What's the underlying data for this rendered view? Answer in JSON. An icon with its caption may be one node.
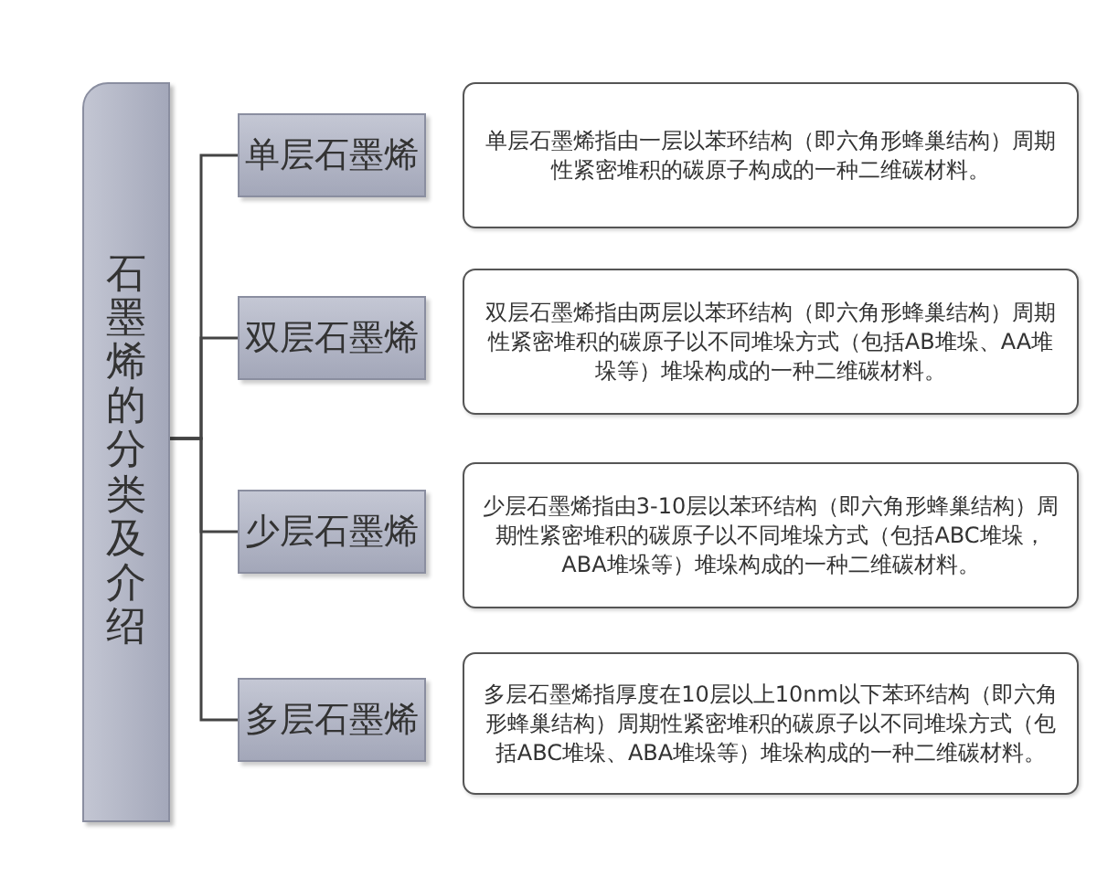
{
  "diagram": {
    "nodes": [
      {
        "text": [
          "石墨烯的分类及介绍"
        ]
      },
      {
        "text": [
          "单层石墨烯"
        ]
      },
      {
        "text": [
          "双层石墨烯"
        ]
      },
      {
        "text": [
          "少层石墨烯"
        ]
      },
      {
        "text": [
          "多层石墨烯"
        ]
      },
      {
        "text": [
          "单层石墨烯指由一层以苯环结构（即六角形蜂巢结构）周期性紧密堆积的碳原子构成的一种二维碳材料。"
        ]
      },
      {
        "text": [
          "双层石墨烯指由两层以苯环结构（即六角形蜂巢结构）周期性紧密堆积的碳原子以不同堆垛方式（包括AB堆垛、AA堆垛等）堆垛构成的一种二维碳材料。"
        ]
      },
      {
        "text": [
          "少层石墨烯指由3-10层以苯环结构（即六角形蜂巢结构）周期性紧密堆积的碳原子以不同堆垛方式（包括ABC堆垛，ABA堆垛等）堆垛构成的一种二维碳材料。"
        ]
      },
      {
        "text": [
          "多层石墨烯指厚度在10层以上10nm以下苯环结构（即六角形蜂巢结构）周期性紧密堆积的碳原子以不同堆垛方式（包括ABC堆垛、ABA堆垛等）堆垛构成的一种二维碳材料。"
        ]
      }
    ],
    "edges": [
      {
        "from": 0,
        "to": 1,
        "arrow": "none"
      },
      {
        "from": 0,
        "to": 2,
        "arrow": "none"
      },
      {
        "from": 0,
        "to": 3,
        "arrow": "none"
      },
      {
        "from": 0,
        "to": 4,
        "arrow": "none"
      }
    ]
  }
}
